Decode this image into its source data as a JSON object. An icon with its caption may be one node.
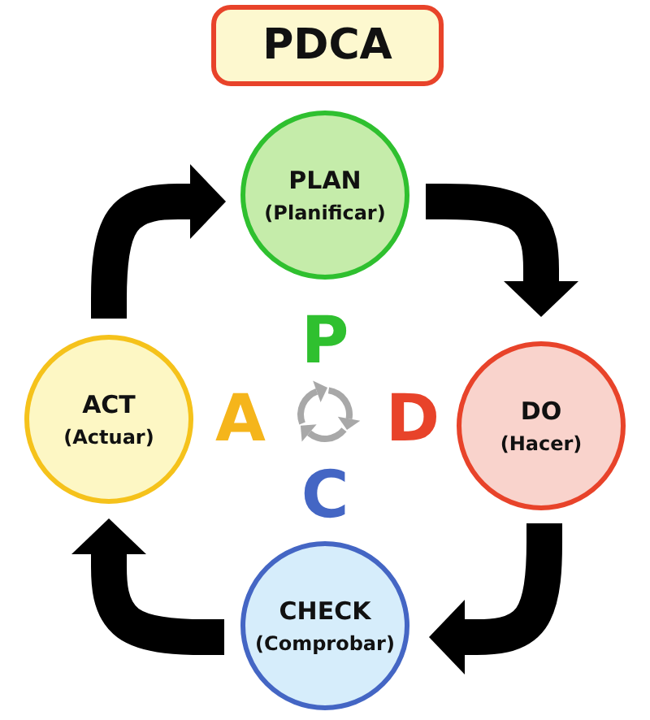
{
  "diagram": {
    "title": "PDCA",
    "nodes": [
      {
        "text": [
          "PLAN",
          "(Planificar)"
        ]
      },
      {
        "text": [
          "DO",
          "(Hacer)"
        ]
      },
      {
        "text": [
          "CHECK",
          "(Comprobar)"
        ]
      },
      {
        "text": [
          "ACT",
          "(Actuar)"
        ]
      }
    ],
    "edges": [
      {
        "from": 0,
        "to": 1,
        "arrow": "to"
      },
      {
        "from": 1,
        "to": 2,
        "arrow": "to"
      },
      {
        "from": 2,
        "to": 3,
        "arrow": "to"
      },
      {
        "from": 3,
        "to": 0,
        "arrow": "to"
      }
    ],
    "labels": [
      "P",
      "A",
      "D",
      "C"
    ]
  }
}
